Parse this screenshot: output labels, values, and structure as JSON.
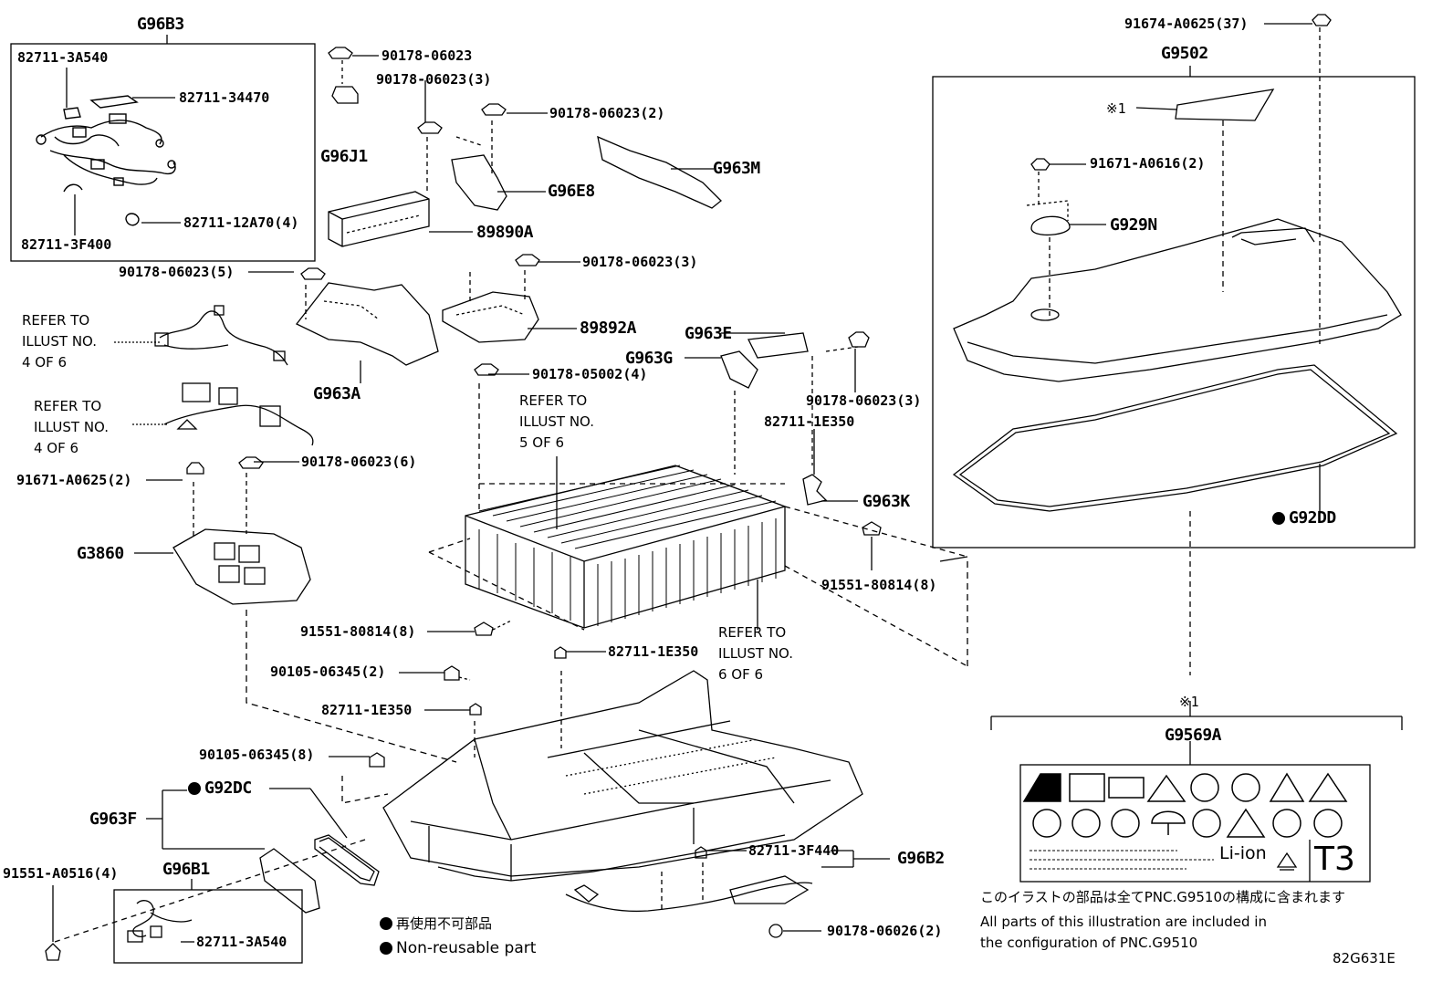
{
  "groups": {
    "g96b3": "G96B3",
    "g96j1": "G96J1",
    "g96e8": "G96E8",
    "g963m": "G963M",
    "g963a": "G963A",
    "g963e": "G963E",
    "g963g": "G963G",
    "g963k": "G963K",
    "g3860": "G3860",
    "g963f": "G963F",
    "g92dc": "G92DC",
    "g96b1": "G96B1",
    "g96b2": "G96B2",
    "g9502": "G9502",
    "g929n": "G929N",
    "g92dd": "G92DD",
    "g9569a": "G9569A"
  },
  "parts": {
    "p82711_3a540_top": "82711-3A540",
    "p82711_34470": "82711-34470",
    "p82711_3f400": "82711-3F400",
    "p82711_12a70": "82711-12A70(4)",
    "p90178_06023": "90178-06023",
    "p90178_06023_3a": "90178-06023(3)",
    "p90178_06023_2": "90178-06023(2)",
    "p89890a": "89890A",
    "p90178_06023_5": "90178-06023(5)",
    "p90178_06023_3b": "90178-06023(3)",
    "p89892a": "89892A",
    "p90178_05002_4": "90178-05002(4)",
    "p90178_06023_3c": "90178-06023(3)",
    "p82711_1e350_a": "82711-1E350",
    "p90178_06023_6": "90178-06023(6)",
    "p91671_a0625_2": "91671-A0625(2)",
    "p91551_80814_8a": "91551-80814(8)",
    "p91551_80814_8b": "91551-80814(8)",
    "p82711_1e350_b": "82711-1E350",
    "p90105_06345_2": "90105-06345(2)",
    "p82711_1e350_c": "82711-1E350",
    "p90105_06345_8": "90105-06345(8)",
    "p91551_a0516_4": "91551-A0516(4)",
    "p82711_3a540_bot": "82711-3A540",
    "p82711_3f440": "82711-3F440",
    "p90178_06026_2": "90178-06026(2)",
    "p91674_a0625_37": "91674-A0625(37)",
    "p91671_a0616_2": "91671-A0616(2)",
    "mark1_label": "※1",
    "mark1_top": "※1"
  },
  "refs": {
    "r1": [
      "REFER TO",
      "ILLUST NO.",
      "4 OF 6"
    ],
    "r2": [
      "REFER TO",
      "ILLUST NO.",
      "4 OF 6"
    ],
    "r3": [
      "REFER TO",
      "ILLUST NO.",
      "5 OF 6"
    ],
    "r4": [
      "REFER TO",
      "ILLUST NO.",
      "6 OF 6"
    ]
  },
  "legend": {
    "jp": "再使用不可部品",
    "en": "Non-reusable part"
  },
  "label_card": {
    "li_ion": "Li-ion",
    "t3": "T3"
  },
  "footnotes": {
    "jp": "このイラストの部品は全てPNC.G9510の構成に含まれます",
    "en1": "All parts of this illustration are included in",
    "en2": "the configuration of PNC.G9510"
  },
  "diagram_id": "82G631E"
}
